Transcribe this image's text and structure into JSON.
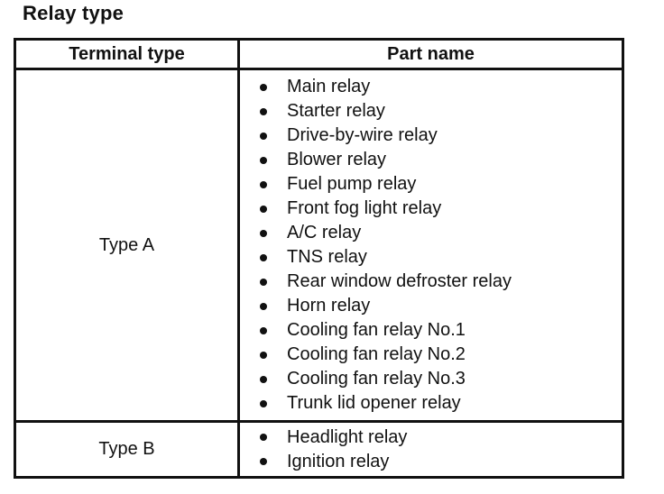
{
  "page": {
    "title": "Relay type"
  },
  "table": {
    "headers": [
      "Terminal type",
      "Part name"
    ],
    "rows": [
      {
        "terminal_type": "Type A",
        "part_names": [
          "Main relay",
          "Starter relay",
          "Drive-by-wire relay",
          "Blower relay",
          "Fuel pump relay",
          "Front fog light relay",
          "A/C relay",
          "TNS relay",
          "Rear window defroster relay",
          "Horn relay",
          "Cooling fan relay No.1",
          "Cooling fan relay No.2",
          "Cooling fan relay No.3",
          "Trunk lid opener relay"
        ]
      },
      {
        "terminal_type": "Type B",
        "part_names": [
          "Headlight relay",
          "Ignition relay"
        ]
      }
    ]
  },
  "colors": {
    "background": "#ffffff",
    "border": "#111111",
    "text": "#111111"
  }
}
